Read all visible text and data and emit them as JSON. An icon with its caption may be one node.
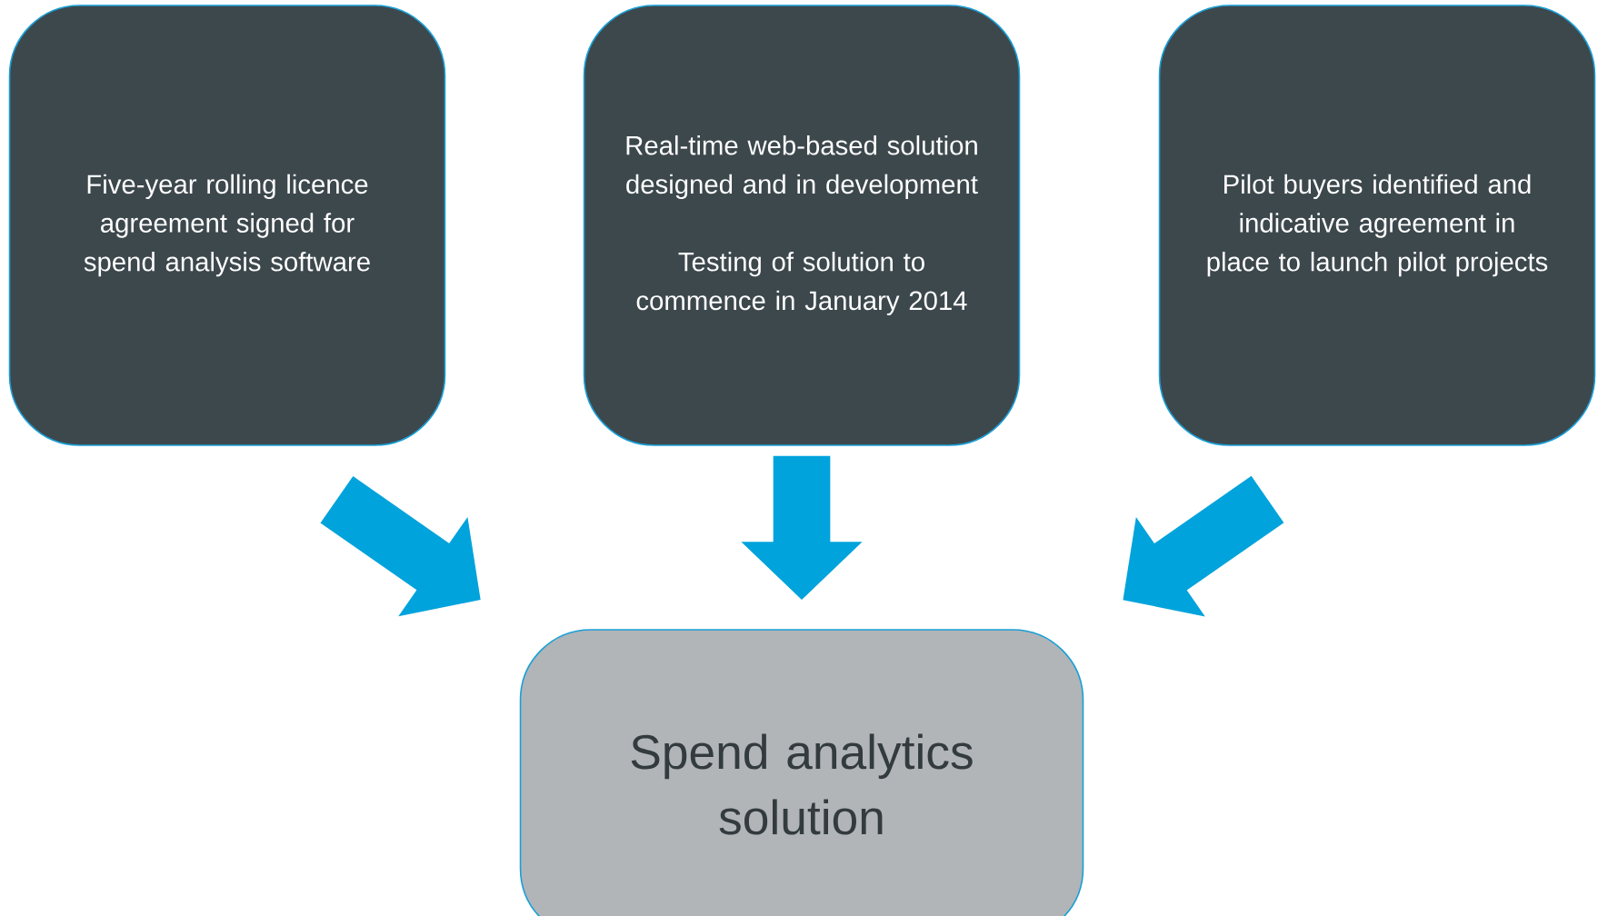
{
  "diagram": {
    "nodes": [
      {
        "text": [
          "Five-year rolling licence agreement signed for spend analysis software"
        ]
      },
      {
        "text": [
          "Real-time web-based solution designed and in development",
          "Testing of solution to commence in January 2014"
        ]
      },
      {
        "text": [
          "Pilot buyers identified and indicative agreement in place to launch pilot projects"
        ]
      },
      {
        "text": [
          "Spend analytics solution"
        ]
      }
    ],
    "edges": [
      {
        "from": 0,
        "to": 3,
        "arrow": "to"
      },
      {
        "from": 1,
        "to": 3,
        "arrow": "to"
      },
      {
        "from": 2,
        "to": 3,
        "arrow": "to"
      }
    ]
  }
}
